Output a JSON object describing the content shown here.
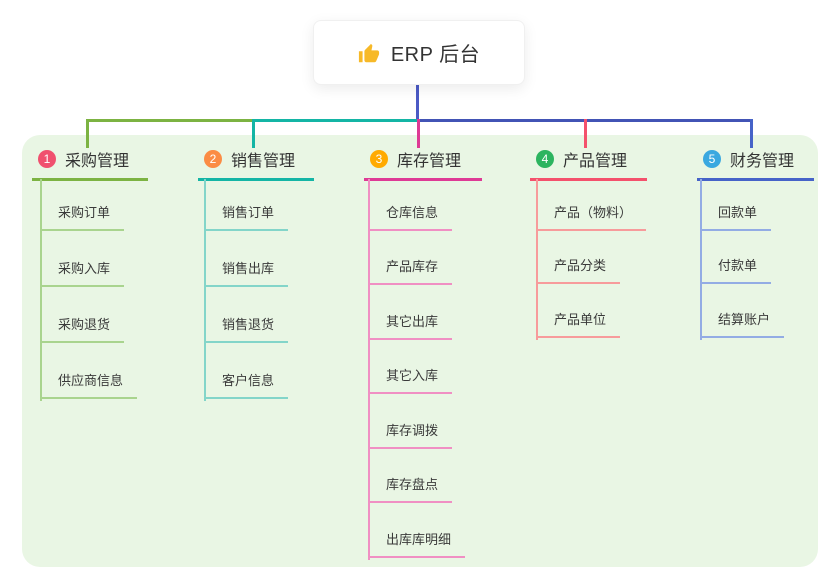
{
  "root": {
    "label": "ERP 后台",
    "icon": "thumbs-up-icon",
    "icon_color": "#f7b928",
    "card_bg": "#ffffff",
    "stem_color": "#4b5ac5"
  },
  "canvas": {
    "page_bg": "#ffffff",
    "panel_bg": "#e9f6e4",
    "bus_right_color": "#4254b5",
    "text_color": "#333333"
  },
  "branches": [
    {
      "num": "1",
      "title": "采购管理",
      "badge_color": "#f0506e",
      "line_color": "#7cb342",
      "child_line_color": "#a9d48e",
      "children": [
        "采购订单",
        "采购入库",
        "采购退货",
        "供应商信息"
      ]
    },
    {
      "num": "2",
      "title": "销售管理",
      "badge_color": "#fb8c44",
      "line_color": "#14b5a5",
      "child_line_color": "#83d5c9",
      "children": [
        "销售订单",
        "销售出库",
        "销售退货",
        "客户信息"
      ]
    },
    {
      "num": "3",
      "title": "库存管理",
      "badge_color": "#ffaa00",
      "line_color": "#de3a95",
      "child_line_color": "#f08fc3",
      "children": [
        "仓库信息",
        "产品库存",
        "其它出库",
        "其它入库",
        "库存调拨",
        "库存盘点",
        "出库库明细"
      ]
    },
    {
      "num": "4",
      "title": "产品管理",
      "badge_color": "#2cb45f",
      "line_color": "#f4516c",
      "child_line_color": "#f79b9b",
      "children": [
        "产品（物料）",
        "产品分类",
        "产品单位"
      ]
    },
    {
      "num": "5",
      "title": "财务管理",
      "badge_color": "#3aa8e0",
      "line_color": "#4663c8",
      "child_line_color": "#93ace4",
      "children": [
        "回款单",
        "付款单",
        "结算账户"
      ]
    }
  ]
}
